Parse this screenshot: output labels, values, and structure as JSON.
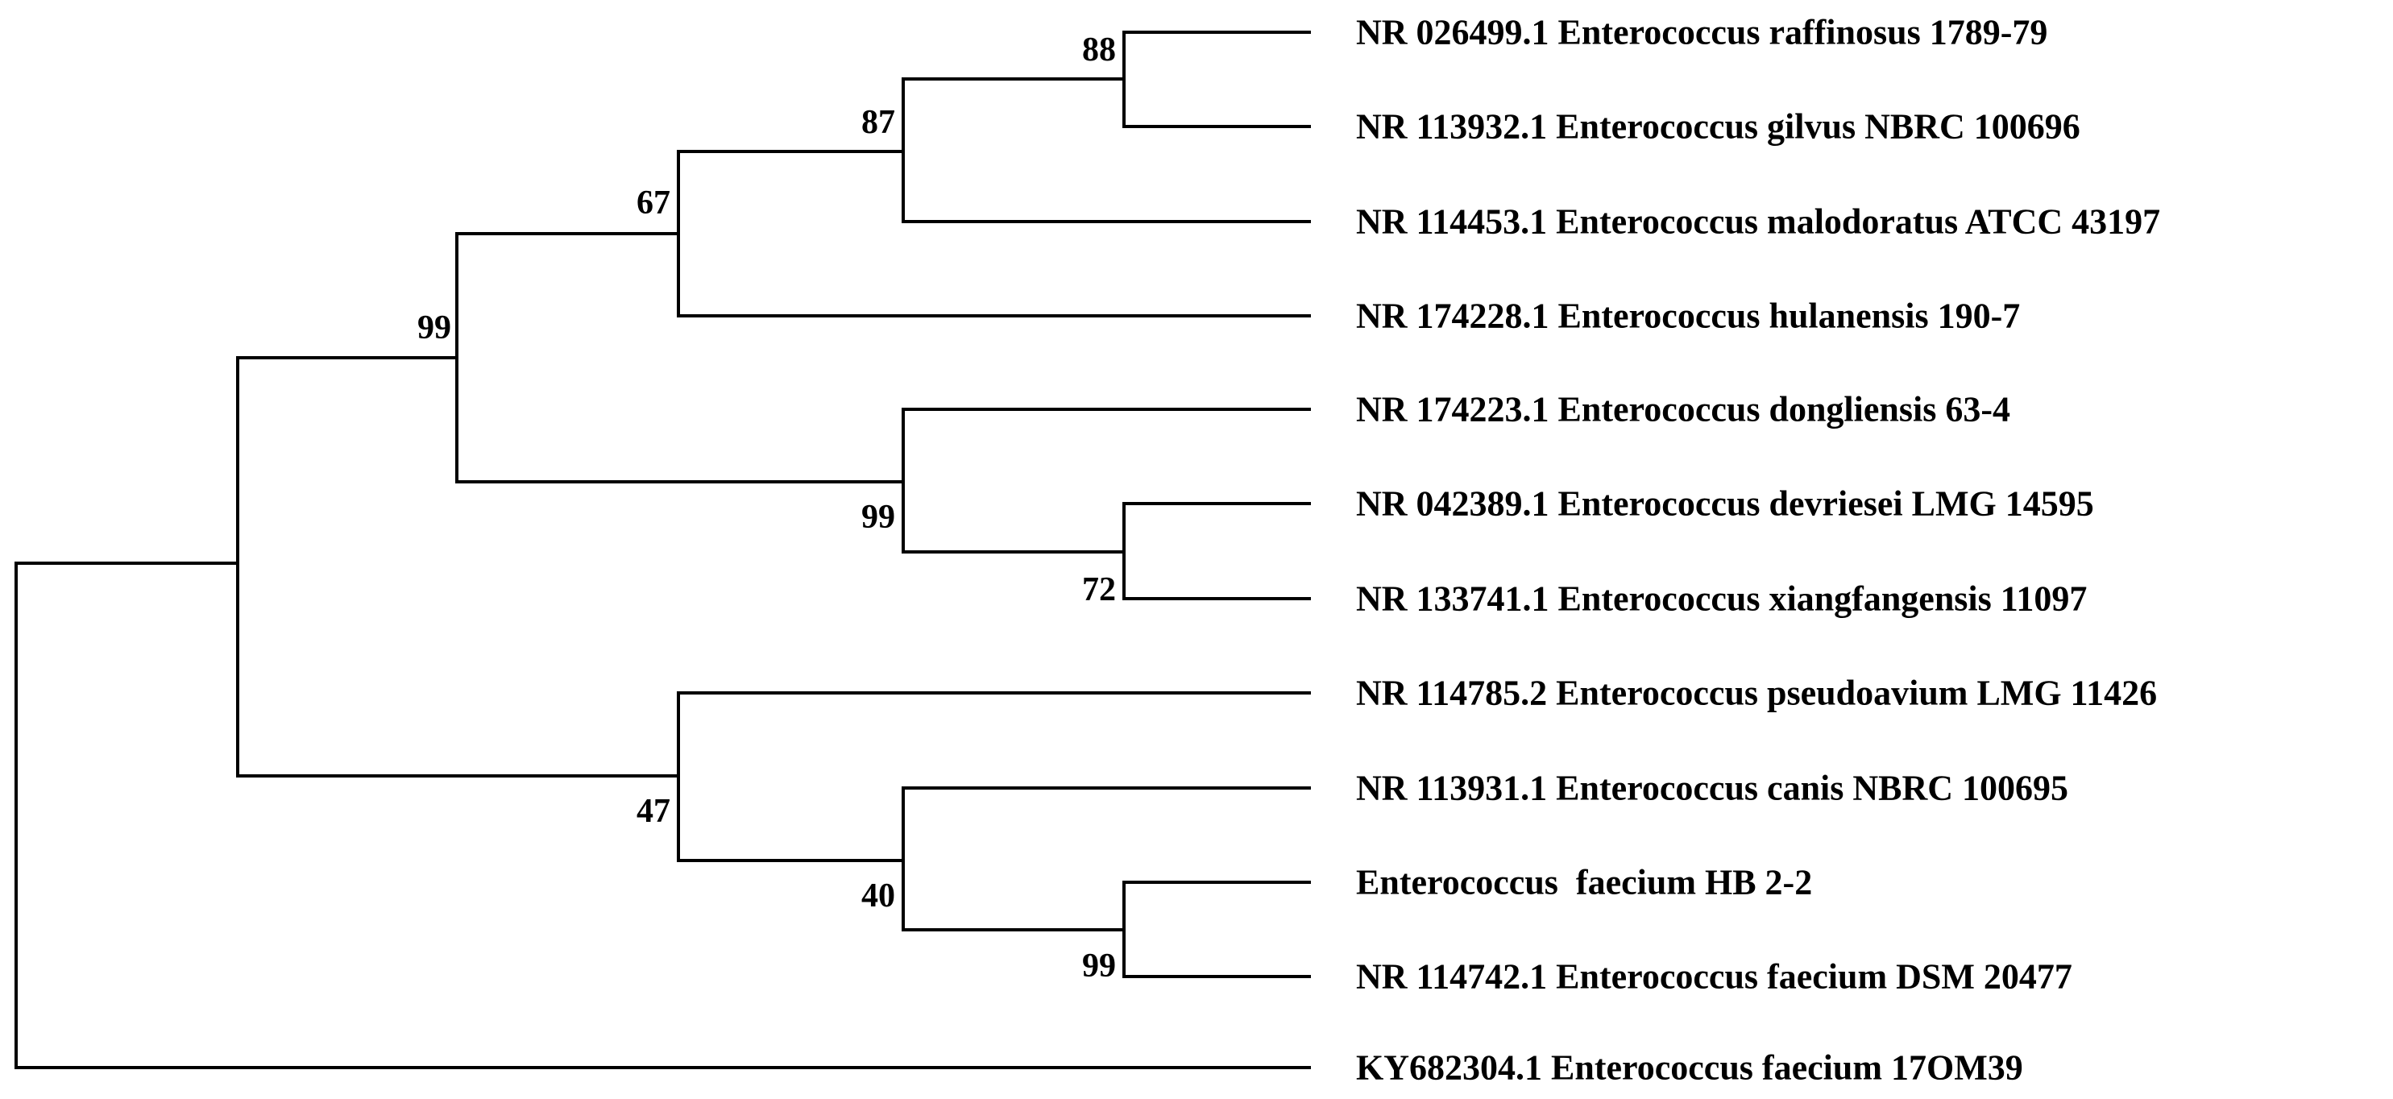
{
  "colors": {
    "branch": "#000000",
    "text": "#000000",
    "background": "#ffffff"
  },
  "taxa": [
    "NR 026499.1 Enterococcus raffinosus 1789-79",
    "NR 113932.1 Enterococcus gilvus NBRC 100696",
    "NR 114453.1 Enterococcus malodoratus ATCC 43197",
    "NR 174228.1 Enterococcus hulanensis 190-7",
    "NR 174223.1 Enterococcus dongliensis 63-4",
    "NR 042389.1 Enterococcus devriesei LMG 14595",
    "NR 133741.1 Enterococcus xiangfangensis 11097",
    "NR 114785.2 Enterococcus pseudoavium LMG 11426",
    "NR 113931.1 Enterococcus canis NBRC 100695",
    "Enterococcus  faecium HB 2-2",
    "NR 114742.1 Enterococcus faecium DSM 20477",
    "KY682304.1 Enterococcus faecium 17OM39"
  ],
  "bootstrap": [
    {
      "clade": "raffinosus+gilvus",
      "value": "88"
    },
    {
      "clade": "raffinosus+gilvus+malodoratus",
      "value": "87"
    },
    {
      "clade": "raffinosus..hulanensis",
      "value": "67"
    },
    {
      "clade": "raffinosus..xiangfangensis",
      "value": "99"
    },
    {
      "clade": "dongliensis+devriesei+xiangfangensis",
      "value": "99"
    },
    {
      "clade": "devriesei+xiangfangensis",
      "value": "72"
    },
    {
      "clade": "pseudoavium..faecium",
      "value": "47"
    },
    {
      "clade": "canis+faecium",
      "value": "40"
    },
    {
      "clade": "faecium HB 2-2+faecium DSM 20477",
      "value": "99"
    }
  ]
}
